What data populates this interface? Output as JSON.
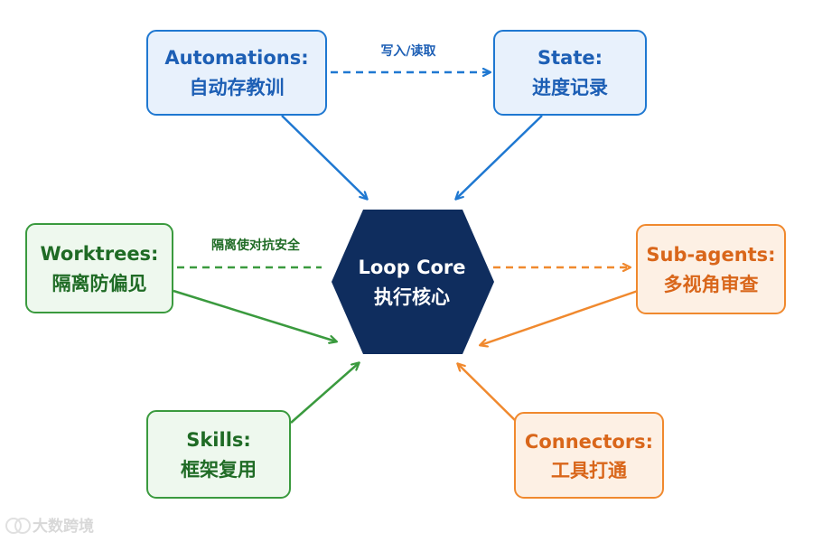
{
  "colors": {
    "blue": "#1f78d1",
    "blue_fill": "#e8f1fc",
    "green": "#3a9a3e",
    "green_fill": "#eef8ee",
    "orange": "#f0892e",
    "orange_fill": "#fdf0e4",
    "core": "#0f2d5e",
    "title_blue": "#1d5fb5",
    "title_green": "#1f6b25",
    "title_orange": "#d9661a"
  },
  "core": {
    "title": "Loop Core",
    "subtitle": "执行核心"
  },
  "nodes": {
    "automations": {
      "title": "Automations:",
      "subtitle": "自动存教训"
    },
    "state": {
      "title": "State:",
      "subtitle": "进度记录"
    },
    "worktrees": {
      "title": "Worktrees:",
      "subtitle": "隔离防偏见"
    },
    "subagents": {
      "title": "Sub-agents:",
      "subtitle": "多视角审查"
    },
    "skills": {
      "title": "Skills:",
      "subtitle": "框架复用"
    },
    "connectors": {
      "title": "Connectors:",
      "subtitle": "工具打通"
    }
  },
  "edge_labels": {
    "automations_state": "写入/读取",
    "worktrees_core": "隔离使对抗安全"
  },
  "watermark": {
    "text": "大数跨境",
    "icon": "double-ring-logo-icon"
  }
}
